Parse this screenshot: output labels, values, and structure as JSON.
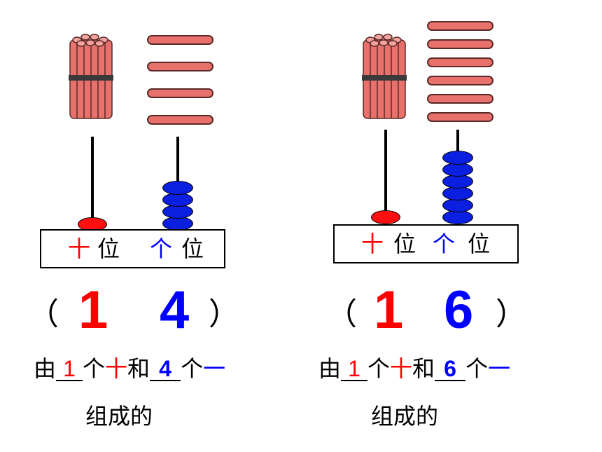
{
  "left": {
    "place_tens": "十",
    "place_ones": "个",
    "place_suffix": "位",
    "open_paren": "（",
    "close_paren": "）",
    "tens_digit": "1",
    "ones_digit": "4",
    "sentence": {
      "prefix": "由",
      "tens_value": "1",
      "unit1": "个",
      "tens_word": "十",
      "conj": "和",
      "ones_value": "4",
      "unit2": "个",
      "ones_word": "一",
      "line2": "组成的"
    },
    "ones_bead_count": 4,
    "ones_stick_count": 4
  },
  "right": {
    "place_tens": "十",
    "place_ones": "个",
    "place_suffix": "位",
    "open_paren": "（",
    "close_paren": "）",
    "tens_digit": "1",
    "ones_digit": "6",
    "sentence": {
      "prefix": "由",
      "tens_value": "1",
      "unit1": "个",
      "tens_word": "十",
      "conj": "和",
      "ones_value": "6",
      "unit2": "个",
      "ones_word": "一",
      "line2": "组成的"
    },
    "ones_bead_count": 6,
    "ones_stick_count": 6
  },
  "colors": {
    "tens": "#ff0000",
    "ones": "#0000ff",
    "stick": "#e8716b"
  }
}
